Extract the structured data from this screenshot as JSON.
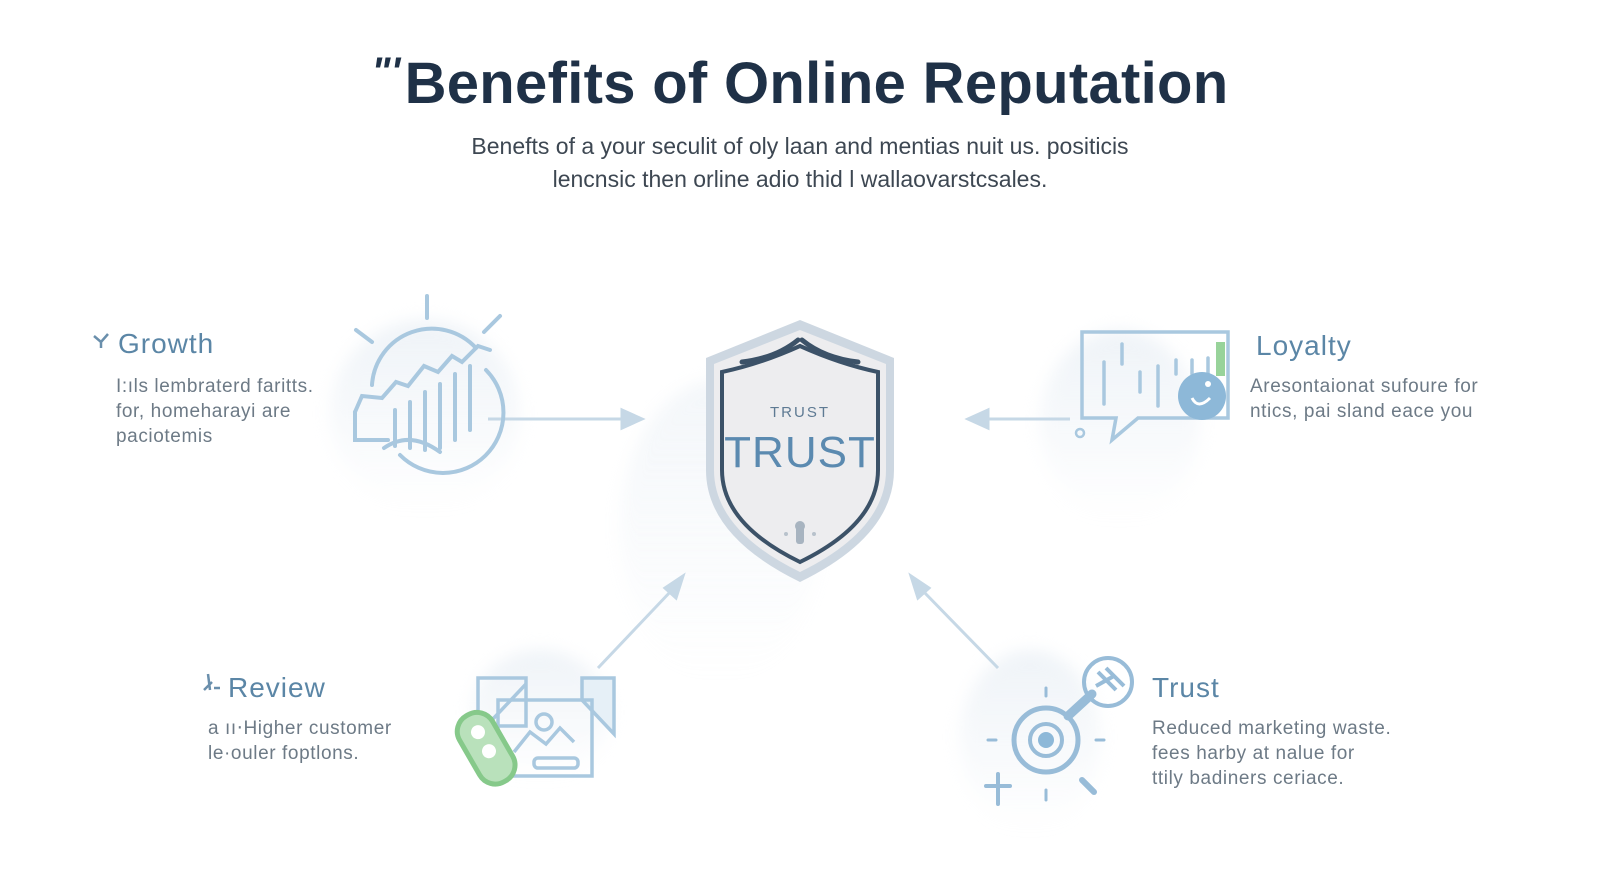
{
  "header": {
    "quote_mark": "\"'",
    "title": "Benefits of Online Reputation",
    "subtitle_lines": [
      "Benefts of a your seculit of oly laan and mentias nuit us. positicis",
      "lencnsic then orline adio thid l wallaovarstcsales."
    ]
  },
  "center": {
    "icon": "shield-icon",
    "label_small": "TRUST",
    "label_large": "TRUST",
    "colors": {
      "outline": "#3c5268",
      "rim": "#c9d3de",
      "fill": "#ececee",
      "text": "#5b8ab0"
    }
  },
  "benefits": [
    {
      "position": "top-left",
      "title": "Growth",
      "bullet_glyph": "ˠ",
      "icon": "growth-chart-icon",
      "description_lines": [
        "I:ıls lembraterd faritts.",
        "for, homeharayi are",
        "paciotemis"
      ]
    },
    {
      "position": "top-right",
      "title": "Loyalty",
      "bullet_glyph": "",
      "icon": "chat-chart-icon",
      "description_lines": [
        "Aresontaionat sufoure for",
        "ntics, pai sland eace you"
      ]
    },
    {
      "position": "bottom-left",
      "title": "Review",
      "bullet_glyph": "⹋-",
      "icon": "review-image-icon",
      "description_lines": [
        "a ıı‧Higher customer",
        "le·ouler foptlons."
      ]
    },
    {
      "position": "bottom-right",
      "title": "Trust",
      "bullet_glyph": "",
      "icon": "target-key-icon",
      "description_lines": [
        "Reduced marketing waste.",
        "fees harby at nalue for",
        "ttily badiners ceriace."
      ]
    }
  ],
  "colors": {
    "title": "#1f3147",
    "subtitle": "#3d4752",
    "accent_blue": "#5b86a6",
    "icon_blue": "#a9c8df",
    "icon_green": "#8fcf92",
    "arrow": "#c6d8e6",
    "desc": "#6d7a86"
  }
}
